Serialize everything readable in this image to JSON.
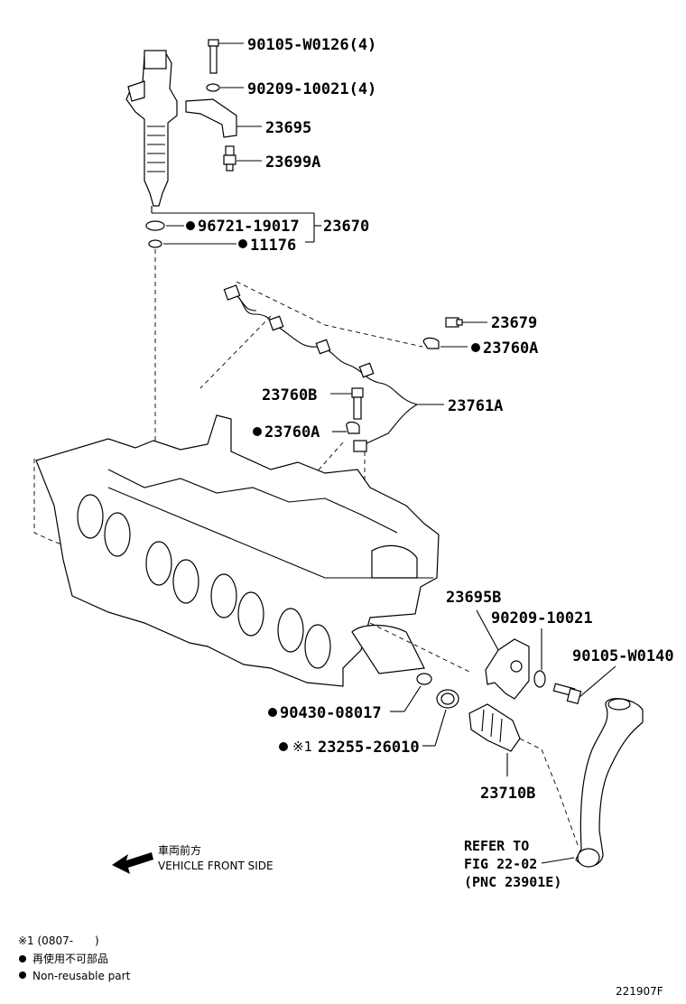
{
  "parts": {
    "p_90105_w0126": "90105-W0126(4)",
    "p_90209_10021_4": "90209-10021(4)",
    "p_23695": "23695",
    "p_23699a": "23699A",
    "p_96721_19017": "96721-19017",
    "p_23670": "23670",
    "p_11176": "11176",
    "p_23679": "23679",
    "p_23760a_top": "23760A",
    "p_23760b": "23760B",
    "p_23761a": "23761A",
    "p_23760a_mid": "23760A",
    "p_23695b": "23695B",
    "p_90209_10021": "90209-10021",
    "p_90105_w0140": "90105-W0140",
    "p_90430_08017": "90430-08017",
    "p_23255_26010": "23255-26010",
    "p_23255_prefix": "※1",
    "p_23710b": "23710B"
  },
  "refer": {
    "line1": "REFER TO",
    "line2": "FIG 22-02",
    "line3": "(PNC 23901E)"
  },
  "direction": {
    "jp": "車両前方",
    "en": "VEHICLE FRONT SIDE"
  },
  "legend": {
    "note1": "※1 (0807-　　)",
    "note2_jp": "再使用不可部品",
    "note3_en": "Non-reusable part"
  },
  "figure_code": "221907F",
  "icons": {
    "non_reusable": "filled-dot-icon",
    "direction": "left-arrow-icon"
  }
}
